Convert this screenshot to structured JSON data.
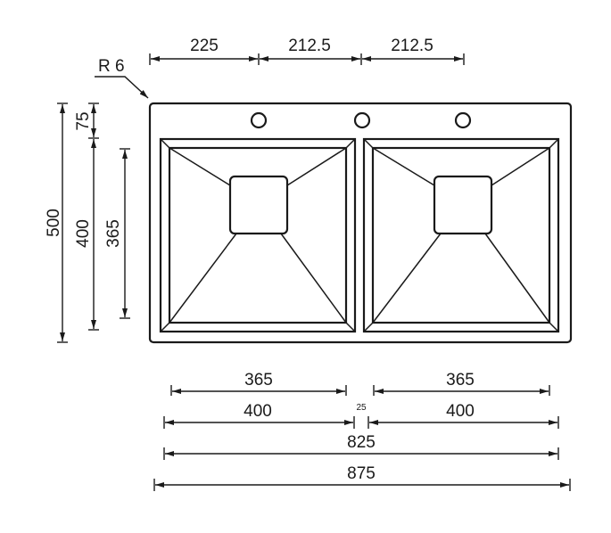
{
  "title": "Double bowl sink technical drawing",
  "radius_label": "R 6",
  "top_dims": [
    "225",
    "212.5",
    "212.5"
  ],
  "left_dims": {
    "overall": "500",
    "top_margin": "75",
    "bowl_outer": "400",
    "bowl_inner": "365"
  },
  "bottom_dims": {
    "left_inner": "365",
    "right_inner": "365",
    "left_outer": "400",
    "right_outer": "400",
    "gap": "25",
    "bowls_total": "825",
    "overall": "875"
  },
  "colors": {
    "line": "#1a1a1a",
    "background": "#ffffff"
  }
}
